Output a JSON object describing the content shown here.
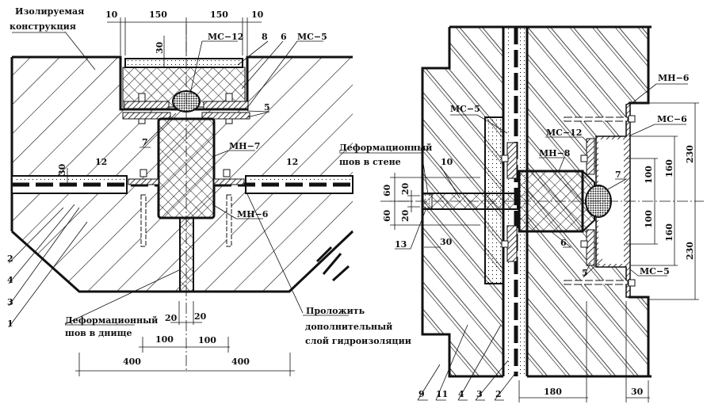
{
  "floor_section": {
    "labels": {
      "structure_line1": "Изолируемая",
      "structure_line2": "конструкция",
      "mc12": "МС−12",
      "mc5": "МС−5",
      "mh7": "МН−7",
      "mh6": "МН−6",
      "n8": "8",
      "n6": "6",
      "n5": "5",
      "n7": "7",
      "n12a": "12",
      "n12b": "12",
      "n2": "2",
      "n4": "4",
      "n3": "3",
      "n1": "1",
      "joint_line1": "Деформационный",
      "joint_line2": "шов в днище",
      "note_line1": "Проложить",
      "note_line2": "дополнительный",
      "note_line3": "слой гидроизоляции"
    },
    "dimensions": {
      "d10a": "10",
      "d150a": "150",
      "d150b": "150",
      "d10b": "10",
      "d30top": "30",
      "d30layer": "30",
      "d20a": "20",
      "d20b": "20",
      "d100a": "100",
      "d100b": "100",
      "d400a": "400",
      "d400b": "400"
    }
  },
  "wall_section": {
    "labels": {
      "mc5a": "МС−5",
      "mh6": "МН−6",
      "mc6": "МС−6",
      "mc12": "МС−12",
      "mh8": "МН−8",
      "joint_line1": "Деформационный",
      "joint_line2": "шов в стене",
      "n10": "10",
      "n7": "7",
      "n13": "13",
      "n6": "6",
      "n5": "5",
      "mc5b": "МС−5",
      "n9": "9",
      "n11": "11",
      "n4": "4",
      "n3": "3",
      "n2": "2"
    },
    "dimensions": {
      "d60a": "60",
      "d20a": "20",
      "d60b": "60",
      "d20b": "20",
      "d30": "30",
      "d100a": "100",
      "d160a": "160",
      "d230a": "230",
      "d100b": "100",
      "d160b": "160",
      "d230b": "230",
      "d180": "180",
      "d30b": "30"
    }
  }
}
